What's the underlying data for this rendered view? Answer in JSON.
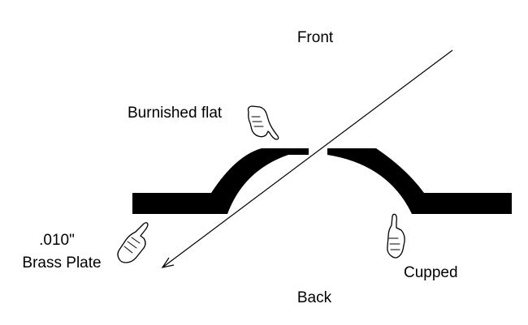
{
  "labels": {
    "front": "Front",
    "back": "Back",
    "burnished": "Burnished flat",
    "cupped": "Cupped",
    "thickness": ".010\"",
    "material": "Brass Plate"
  },
  "colors": {
    "ink": "#000000",
    "background": "#ffffff"
  },
  "icons": {
    "pointer": "pointing-hand-icon"
  }
}
